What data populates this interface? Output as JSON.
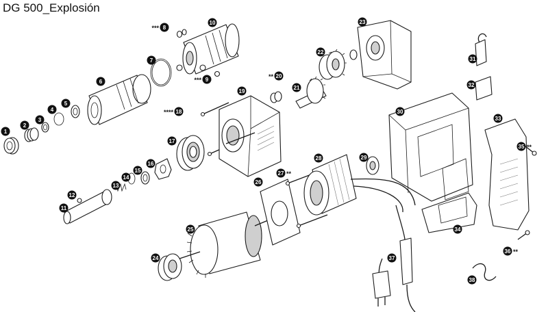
{
  "title": "DG 500_Explosión",
  "callouts": [
    {
      "num": "1"
    },
    {
      "num": "2"
    },
    {
      "num": "3"
    },
    {
      "num": "4"
    },
    {
      "num": "5"
    },
    {
      "num": "6"
    },
    {
      "num": "7"
    },
    {
      "num": "8",
      "mark": "***"
    },
    {
      "num": "9",
      "mark": "***"
    },
    {
      "num": "10"
    },
    {
      "num": "11"
    },
    {
      "num": "12"
    },
    {
      "num": "13"
    },
    {
      "num": "14"
    },
    {
      "num": "15"
    },
    {
      "num": "16"
    },
    {
      "num": "17"
    },
    {
      "num": "18",
      "mark": "****"
    },
    {
      "num": "19"
    },
    {
      "num": "20",
      "mark": "**"
    },
    {
      "num": "21"
    },
    {
      "num": "22"
    },
    {
      "num": "23"
    },
    {
      "num": "24"
    },
    {
      "num": "25"
    },
    {
      "num": "26"
    },
    {
      "num": "27",
      "mark": "**"
    },
    {
      "num": "28"
    },
    {
      "num": "29"
    },
    {
      "num": "30"
    },
    {
      "num": "31"
    },
    {
      "num": "32"
    },
    {
      "num": "33"
    },
    {
      "num": "34"
    },
    {
      "num": "35",
      "mark": "**"
    },
    {
      "num": "36",
      "mark": "**"
    },
    {
      "num": "37"
    },
    {
      "num": "38"
    }
  ]
}
